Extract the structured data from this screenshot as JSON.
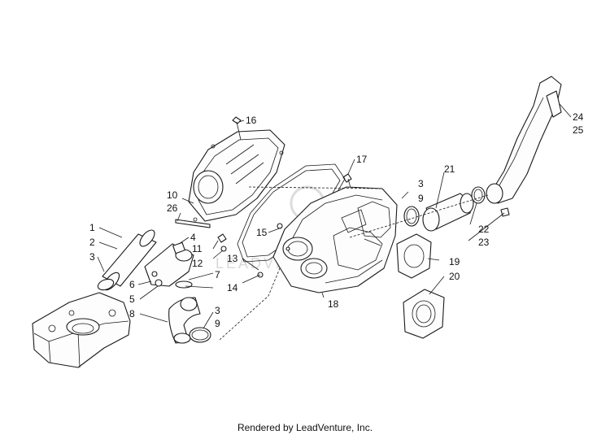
{
  "footer": "Rendered by LeadVenture, Inc.",
  "watermark": "LEADVENTURE",
  "colors": {
    "ink": "#1a1a1a",
    "background": "#ffffff",
    "watermark": "#d8d8d8"
  },
  "callouts": {
    "c1": "1",
    "c2": "2",
    "c3a": "3",
    "c3b": "3",
    "c3c": "3",
    "c4": "4",
    "c5": "5",
    "c6": "6",
    "c7": "7",
    "c8": "8",
    "c9a": "9",
    "c9b": "9",
    "c10": "10",
    "c11": "11",
    "c12": "12",
    "c13": "13",
    "c14": "14",
    "c15": "15",
    "c16": "16",
    "c17": "17",
    "c18": "18",
    "c19": "19",
    "c20": "20",
    "c21": "21",
    "c22": "22",
    "c23": "23",
    "c24": "24",
    "c25": "25",
    "c26": "26"
  }
}
